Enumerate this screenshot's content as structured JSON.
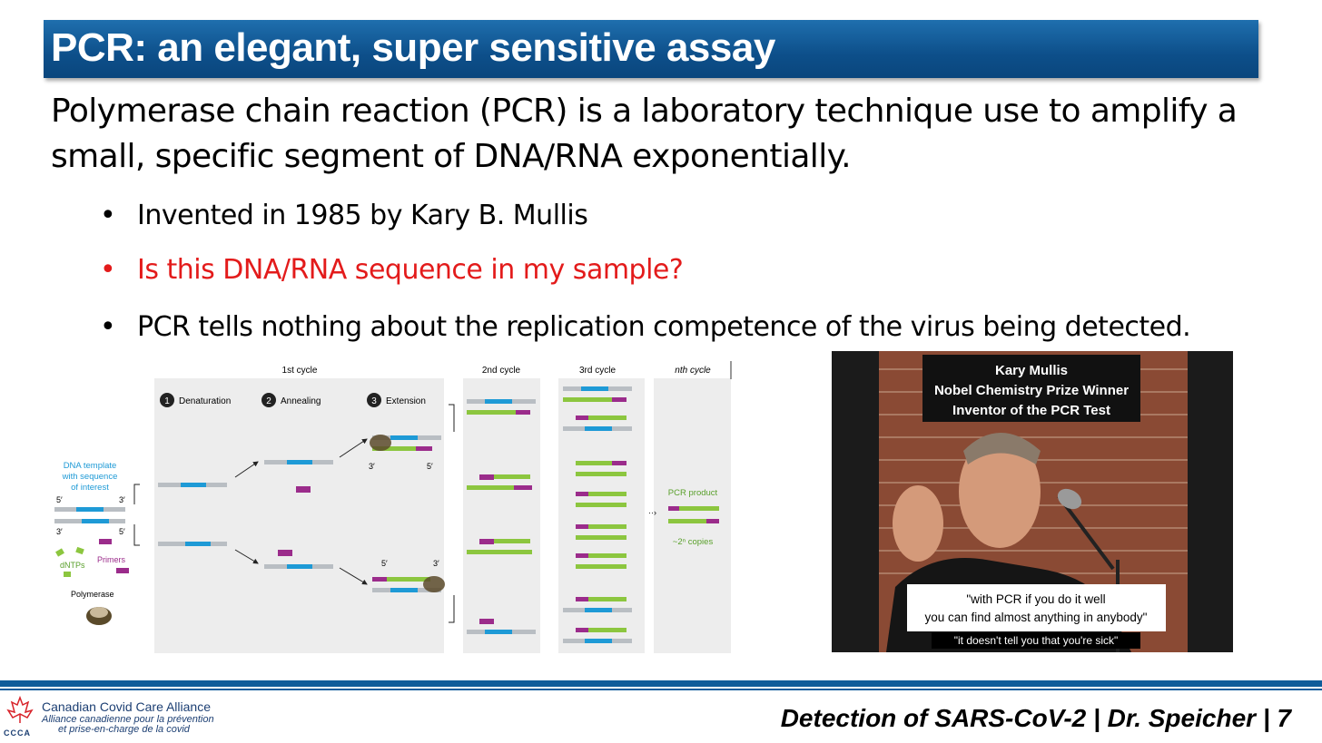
{
  "slide": {
    "title": "PCR: an elegant, super sensitive assay",
    "intro": "Polymerase chain reaction (PCR) is a laboratory technique use to amplify a small, specific segment of DNA/RNA exponentially.",
    "bullets": [
      {
        "text": "Invented in 1985 by Kary B. Mullis",
        "color": "#000000"
      },
      {
        "text": "Is this DNA/RNA sequence in my sample?",
        "color": "#e31b1b"
      },
      {
        "text": "PCR tells nothing about the replication competence of the virus being detected.",
        "color": "#000000"
      }
    ],
    "bullet_glyph": "•"
  },
  "diagram": {
    "cycle_labels": [
      "1st cycle",
      "2nd cycle",
      "3rd cycle",
      "nth cycle"
    ],
    "steps": [
      {
        "num": "1",
        "label": "Denaturation"
      },
      {
        "num": "2",
        "label": "Annealing"
      },
      {
        "num": "3",
        "label": "Extension"
      }
    ],
    "template_label": [
      "DNA template",
      "with sequence",
      "of interest"
    ],
    "primes": {
      "five": "5′",
      "three": "3′"
    },
    "dntps_label": "dNTPs",
    "primers_label": "Primers",
    "polymerase_label": "Polymerase",
    "product_label": "PCR product",
    "copies_label": "~2ⁿ copies",
    "colors": {
      "blue": "#1e9ad6",
      "green": "#8cc63f",
      "purple": "#9b2c8b",
      "gray": "#b9bec3",
      "panel": "#ededed"
    }
  },
  "video": {
    "caption_lines": [
      "Kary Mullis",
      "Nobel Chemistry Prize Winner",
      "Inventor of the PCR Test"
    ],
    "quote_lines": [
      "\"with PCR if you do it well",
      "you can find almost anything in anybody\""
    ],
    "subtitle": "\"it doesn't tell you that you're sick\""
  },
  "footer": {
    "org_name": "Canadian Covid Care Alliance",
    "org_fr_line1": "Alliance canadienne pour la prévention",
    "org_fr_line2": "et prise-en-charge de la covid",
    "logo_letters": "CCCA",
    "text": "Detection of SARS-CoV-2 | Dr. Speicher | 7",
    "accent": "#0f5c9a"
  }
}
